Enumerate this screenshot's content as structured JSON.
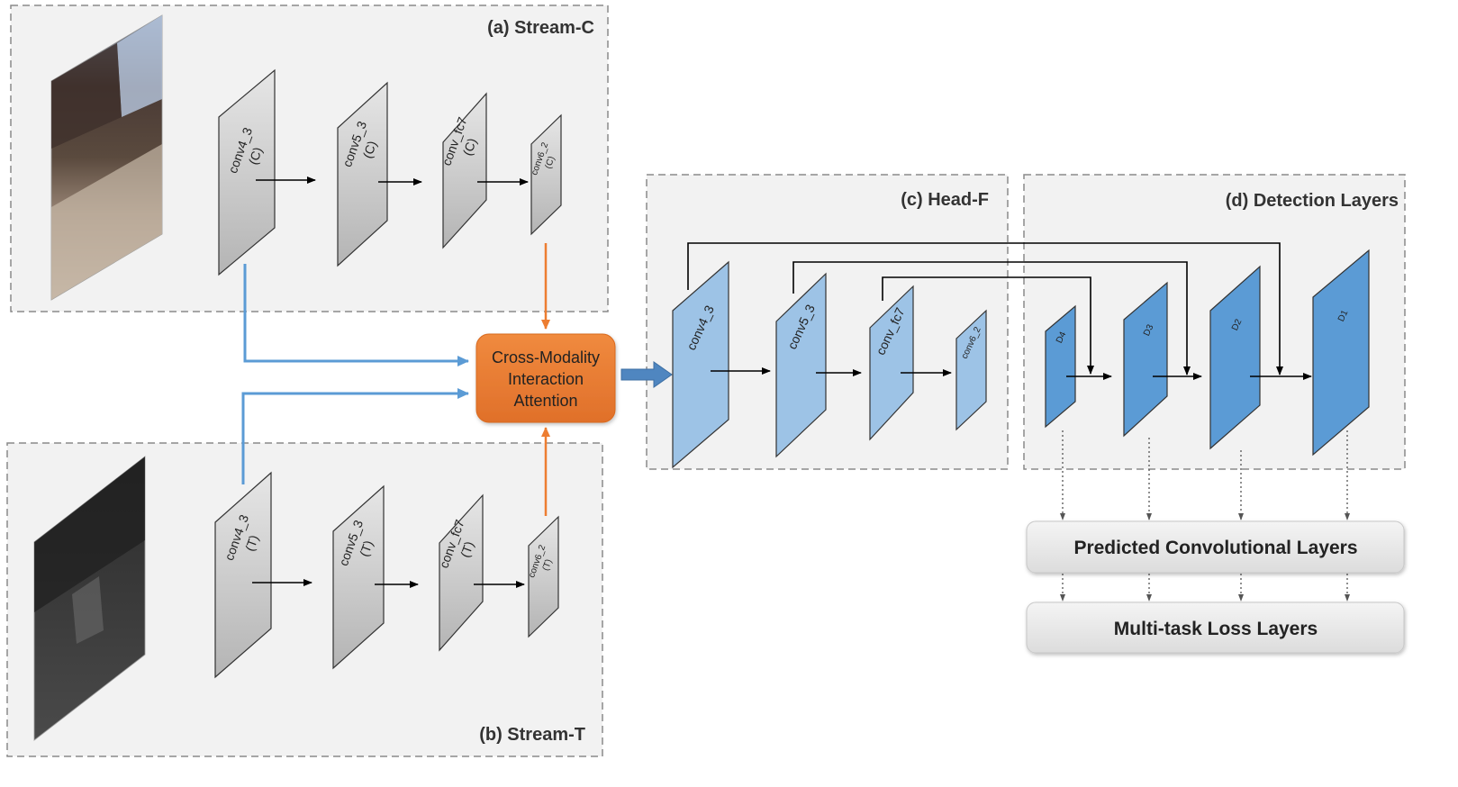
{
  "panels": {
    "stream_c": "(a) Stream-C",
    "stream_t": "(b) Stream-T",
    "head_f": "(c) Head-F",
    "detection": "(d) Detection Layers"
  },
  "stream_c_layers": [
    {
      "line1": "conv4_3",
      "line2": "(C)"
    },
    {
      "line1": "conv5_3",
      "line2": "(C)"
    },
    {
      "line1": "conv_fc7",
      "line2": "(C)"
    },
    {
      "line1": "conv6_2",
      "line2": "(C)"
    }
  ],
  "stream_t_layers": [
    {
      "line1": "conv4_3",
      "line2": "(T)"
    },
    {
      "line1": "conv5_3",
      "line2": "(T)"
    },
    {
      "line1": "conv_fc7",
      "line2": "(T)"
    },
    {
      "line1": "conv6_2",
      "line2": "(T)"
    }
  ],
  "attention": {
    "line1": "Cross-Modality",
    "line2": "Interaction",
    "line3": "Attention"
  },
  "head_layers": [
    "conv4_3",
    "conv5_3",
    "conv_fc7",
    "conv6_2"
  ],
  "detection_layers": [
    "D4",
    "D3",
    "D2",
    "D1"
  ],
  "bars": {
    "predicted": "Predicted Convolutional Layers",
    "loss": "Multi-task Loss Layers"
  },
  "colors": {
    "grey_layer": "#c8c8c8",
    "light_blue": "#9dc3e6",
    "dark_blue": "#5b9bd5",
    "orange": "#ed7d31",
    "blue_arrow": "#5b9bd5"
  }
}
